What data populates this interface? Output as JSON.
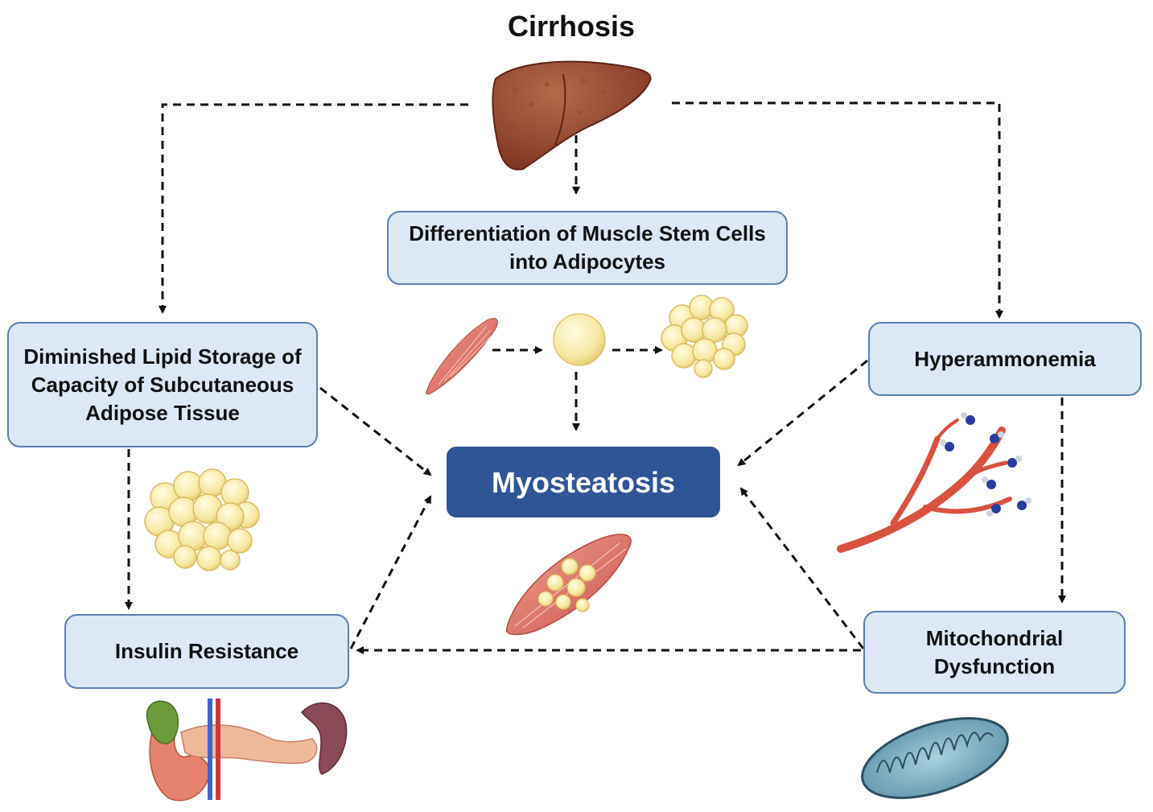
{
  "title": "Cirrhosis",
  "nodes": {
    "differentiation": "Differentiation of Muscle Stem Cells into Adipocytes",
    "lipid_storage": "Diminished Lipid Storage of Capacity of Subcutaneous Adipose Tissue",
    "hyperammonemia": "Hyperammonemia",
    "myosteatosis": "Myosteatosis",
    "insulin_resistance": "Insulin Resistance",
    "mitochondrial": "Mitochondrial Dysfunction"
  },
  "edges": [
    {
      "from": "cirrhosis",
      "to": "differentiation"
    },
    {
      "from": "cirrhosis",
      "to": "lipid_storage"
    },
    {
      "from": "cirrhosis",
      "to": "hyperammonemia"
    },
    {
      "from": "differentiation",
      "to": "myosteatosis"
    },
    {
      "from": "lipid_storage",
      "to": "myosteatosis"
    },
    {
      "from": "lipid_storage",
      "to": "insulin_resistance"
    },
    {
      "from": "hyperammonemia",
      "to": "myosteatosis"
    },
    {
      "from": "hyperammonemia",
      "to": "mitochondrial"
    },
    {
      "from": "insulin_resistance",
      "to": "myosteatosis"
    },
    {
      "from": "mitochondrial",
      "to": "myosteatosis"
    },
    {
      "from": "mitochondrial",
      "to": "insulin_resistance"
    }
  ],
  "illustrations": [
    "liver-icon",
    "muscle-fiber-icon",
    "stem-cell-icon",
    "adipocyte-cluster-icon",
    "fatty-muscle-icon",
    "blood-vessel-ammonia-icon",
    "pancreas-icon",
    "mitochondrion-icon"
  ],
  "colors": {
    "box_fill": "#dce8f6",
    "box_border": "#5b7fb8",
    "center_fill": "#2f5597",
    "arrow": "#111111",
    "liver": "#8b3f26",
    "fat": "#f6e7a1",
    "muscle": "#e2796b",
    "mitochondrion": "#7fb0c4"
  }
}
